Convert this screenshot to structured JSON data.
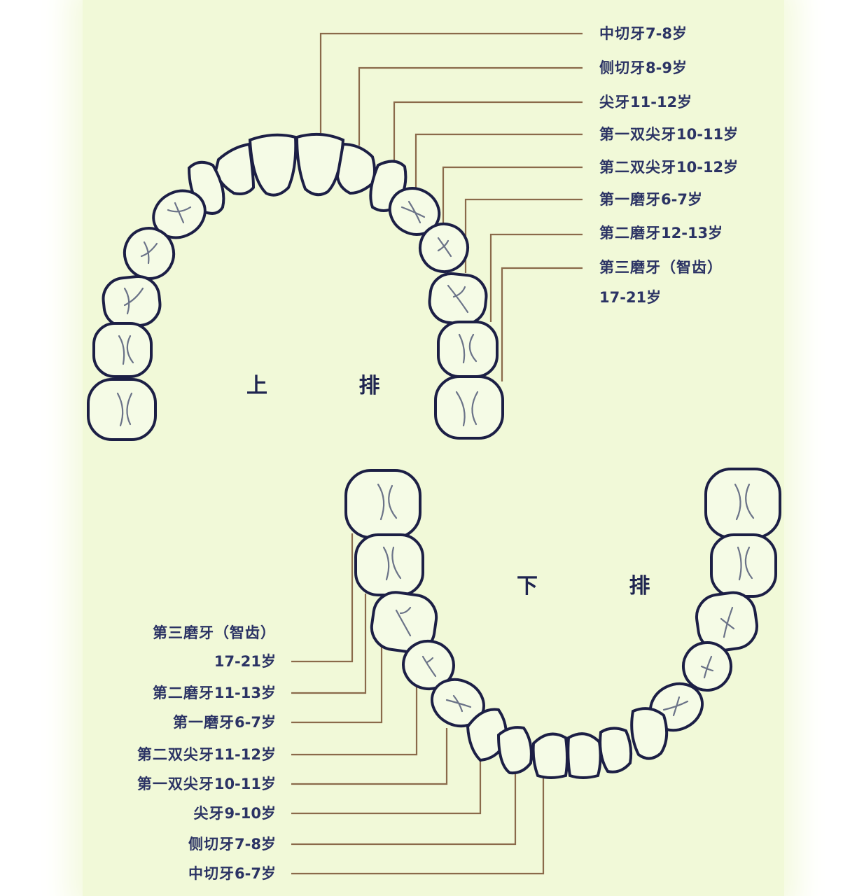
{
  "colors": {
    "background": "#f1f9d8",
    "page_margin": "#ffffff",
    "tooth_outline": "#1c1f45",
    "tooth_fill": "#f5fbe6",
    "fissure": "#6b7388",
    "leader_line": "#8a6a4a",
    "label_text": "#2b3364"
  },
  "upper": {
    "title": "上 排",
    "labels": [
      {
        "name": "中切牙",
        "age": "7-8岁"
      },
      {
        "name": "侧切牙",
        "age": "8-9岁"
      },
      {
        "name": "尖牙",
        "age": "11-12岁"
      },
      {
        "name": "第一双尖牙",
        "age": "10-11岁"
      },
      {
        "name": "第二双尖牙",
        "age": "10-12岁"
      },
      {
        "name": "第一磨牙",
        "age": "6-7岁"
      },
      {
        "name": "第二磨牙",
        "age": "12-13岁"
      },
      {
        "name": "第三磨牙（智齿）",
        "age": "17-21岁"
      }
    ]
  },
  "lower": {
    "title": "下 排",
    "labels": [
      {
        "name": "第三磨牙（智齿）",
        "age": "17-21岁"
      },
      {
        "name": "第二磨牙",
        "age": "11-13岁"
      },
      {
        "name": "第一磨牙",
        "age": "6-7岁"
      },
      {
        "name": "第二双尖牙",
        "age": "11-12岁"
      },
      {
        "name": "第一双尖牙",
        "age": "10-11岁"
      },
      {
        "name": "尖牙",
        "age": "9-10岁"
      },
      {
        "name": "侧切牙",
        "age": "7-8岁"
      },
      {
        "name": "中切牙",
        "age": "6-7岁"
      }
    ]
  }
}
